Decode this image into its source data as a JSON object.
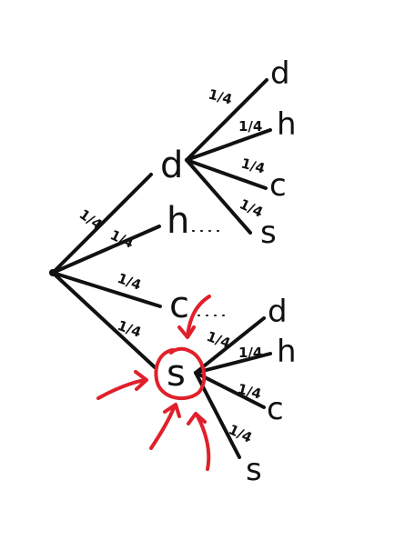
{
  "probability": "1/4",
  "outcomes": [
    "d",
    "h",
    "c",
    "s"
  ],
  "ellipsis": "....",
  "highlight_color": "#e0202a",
  "ink_color": "#111111"
}
